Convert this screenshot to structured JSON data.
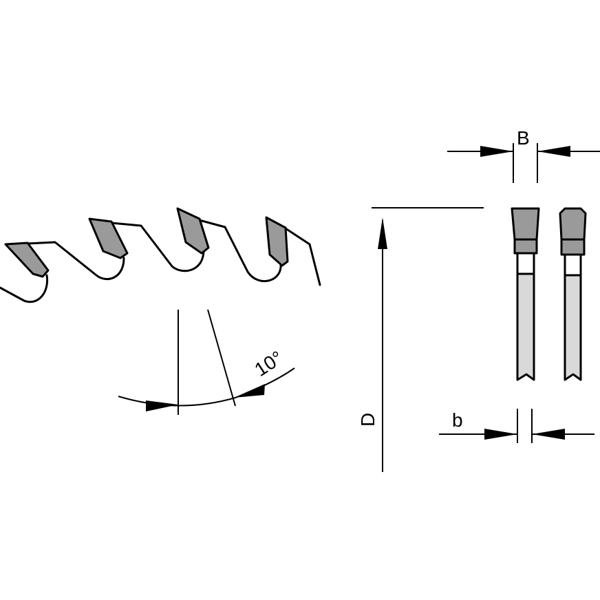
{
  "labels": {
    "kerf_width": "B",
    "body_thickness": "b",
    "diameter": "D",
    "hook_angle": "10°"
  },
  "colors": {
    "line": "#000000",
    "carbide_tip": "#9a9a9a",
    "blade_body": "#d9d9d9",
    "background": "#ffffff"
  }
}
